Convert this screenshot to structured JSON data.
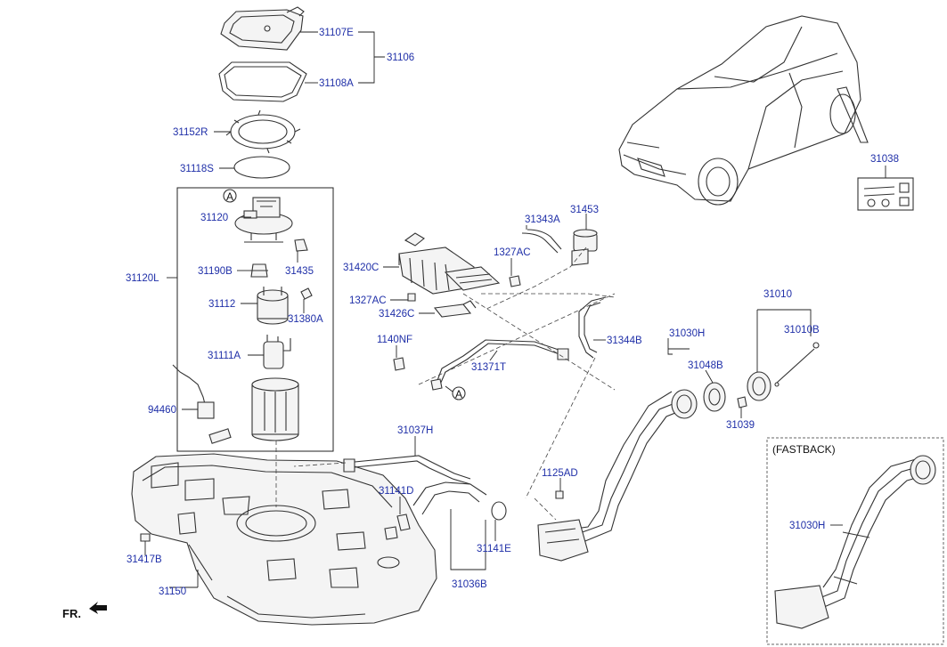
{
  "parts": {
    "p31107E": "31107E",
    "p31106": "31106",
    "p31108A": "31108A",
    "p31152R": "31152R",
    "p31118S": "31118S",
    "p31120": "31120",
    "p31435": "31435",
    "p31190B": "31190B",
    "p31120L": "31120L",
    "p31112": "31112",
    "p31380A": "31380A",
    "p31111A": "31111A",
    "p94460": "94460",
    "p31343A": "31343A",
    "p31453": "31453",
    "p1327AC_top": "1327AC",
    "p31420C": "31420C",
    "p1327AC_left": "1327AC",
    "p31426C": "31426C",
    "p1140NF": "1140NF",
    "p31344B": "31344B",
    "p31371T": "31371T",
    "p31030H": "31030H",
    "p31048B": "31048B",
    "p31010": "31010",
    "p31010B": "31010B",
    "p31039": "31039",
    "p31037H": "31037H",
    "p1125AD": "1125AD",
    "p31141D": "31141D",
    "p31141E": "31141E",
    "p31036B": "31036B",
    "p31417B": "31417B",
    "p31150": "31150",
    "p31038": "31038",
    "p31030H_fb": "31030H"
  },
  "callouts": {
    "a1": "A",
    "a2": "A"
  },
  "fastback_title": "(FASTBACK)",
  "fr_label": "FR."
}
